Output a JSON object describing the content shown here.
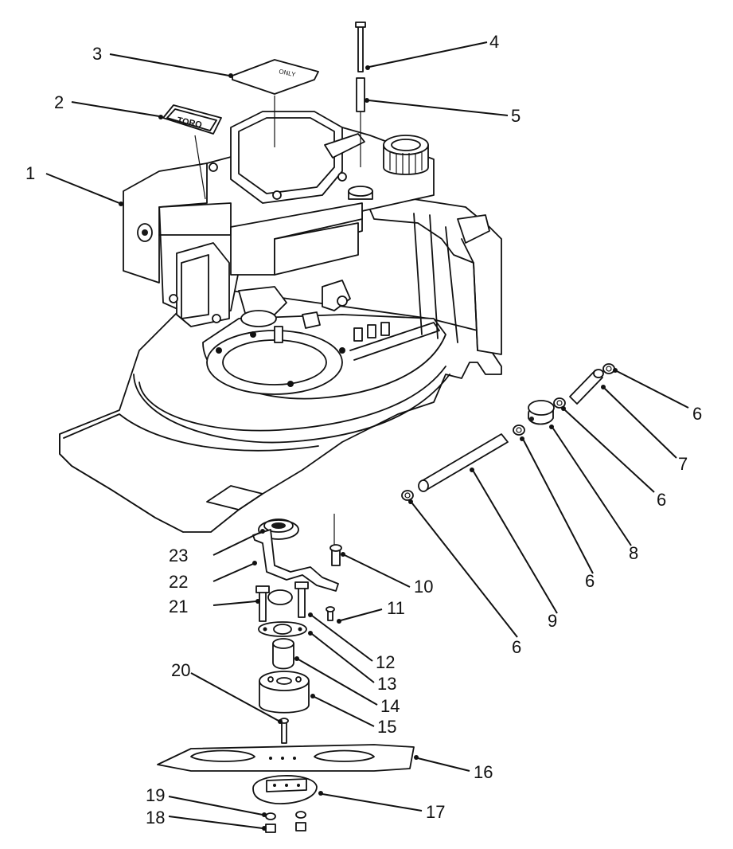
{
  "diagram": {
    "engine_label": "TORO",
    "cap_label": "ONLY",
    "callouts": [
      "1",
      "2",
      "3",
      "4",
      "5",
      "6",
      "6",
      "7",
      "6",
      "8",
      "6",
      "9",
      "6",
      "10",
      "11",
      "12",
      "13",
      "14",
      "15",
      "16",
      "17",
      "18",
      "19",
      "20",
      "21",
      "22",
      "23"
    ]
  },
  "colors": {
    "ink": "#111111",
    "paper": "#ffffff"
  }
}
